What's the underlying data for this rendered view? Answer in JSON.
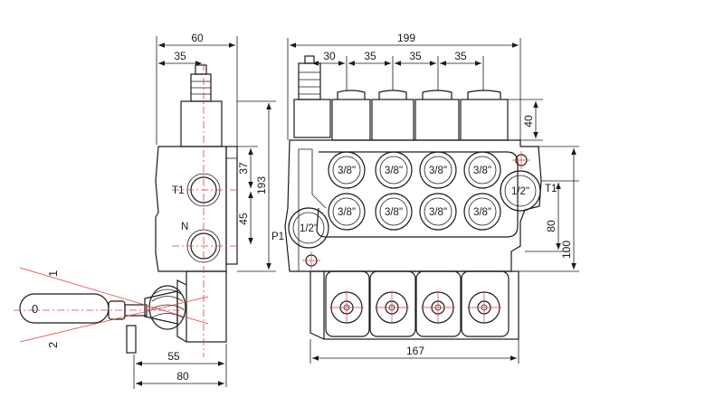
{
  "dimensions": {
    "side_width": "60",
    "side_offset": "35",
    "front_total": "199",
    "pitch_first": "30",
    "pitch_2": "35",
    "pitch_3": "35",
    "pitch_4": "35",
    "cap_height": "40",
    "height_193": "193",
    "offset_37": "37",
    "offset_45": "45",
    "height_80": "80",
    "height_100": "100",
    "handle_55": "55",
    "handle_80": "80",
    "base_167": "167"
  },
  "ports": {
    "work": [
      "3/8\"",
      "3/8\"",
      "3/8\"",
      "3/8\"",
      "3/8\"",
      "3/8\"",
      "3/8\"",
      "3/8\""
    ],
    "inlet_size": "1/2\"",
    "outlet_size": "1/2\"",
    "inlet_label": "P1",
    "outlet_label": "T1",
    "side_tank_label": "T1",
    "side_n_label": "N"
  },
  "positions": {
    "pos_0": "0",
    "pos_1": "1",
    "pos_2": "2"
  }
}
